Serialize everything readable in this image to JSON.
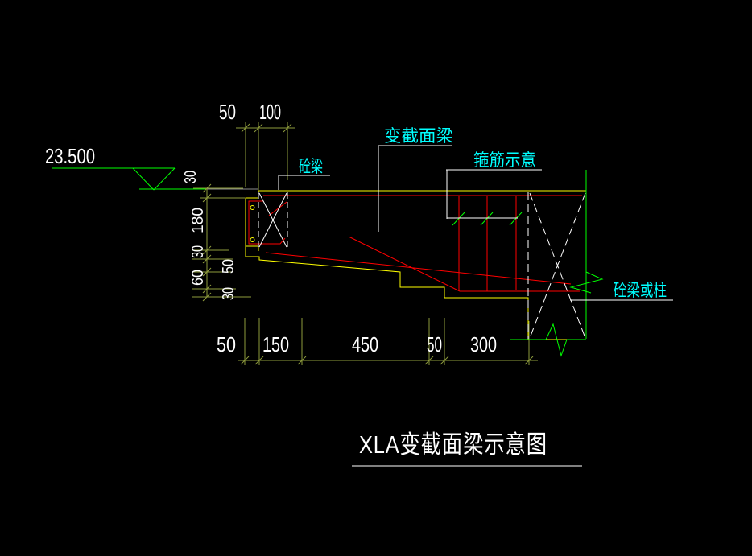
{
  "title": "XLA变截面梁示意图",
  "elevation": "23.500",
  "labels": {
    "concrete_beam": "砼梁",
    "variable_section_beam": "变截面梁",
    "stirrup_schematic": "箍筋示意",
    "concrete_beam_or_column": "砼梁或柱"
  },
  "dims": {
    "top": [
      "50",
      "100"
    ],
    "left": [
      "30",
      "180",
      "30",
      "60"
    ],
    "left2": [
      "50",
      "30"
    ],
    "bottom": [
      "50",
      "150",
      "450",
      "50",
      "300"
    ]
  },
  "colors": {
    "background": "#000000",
    "yellow": "#ffff00",
    "red": "#ff0000",
    "green": "#00ff00",
    "cyan": "#00ffff",
    "white": "#ffffff",
    "gray": "#8c8c8c",
    "dim": "#8e9b3d"
  }
}
